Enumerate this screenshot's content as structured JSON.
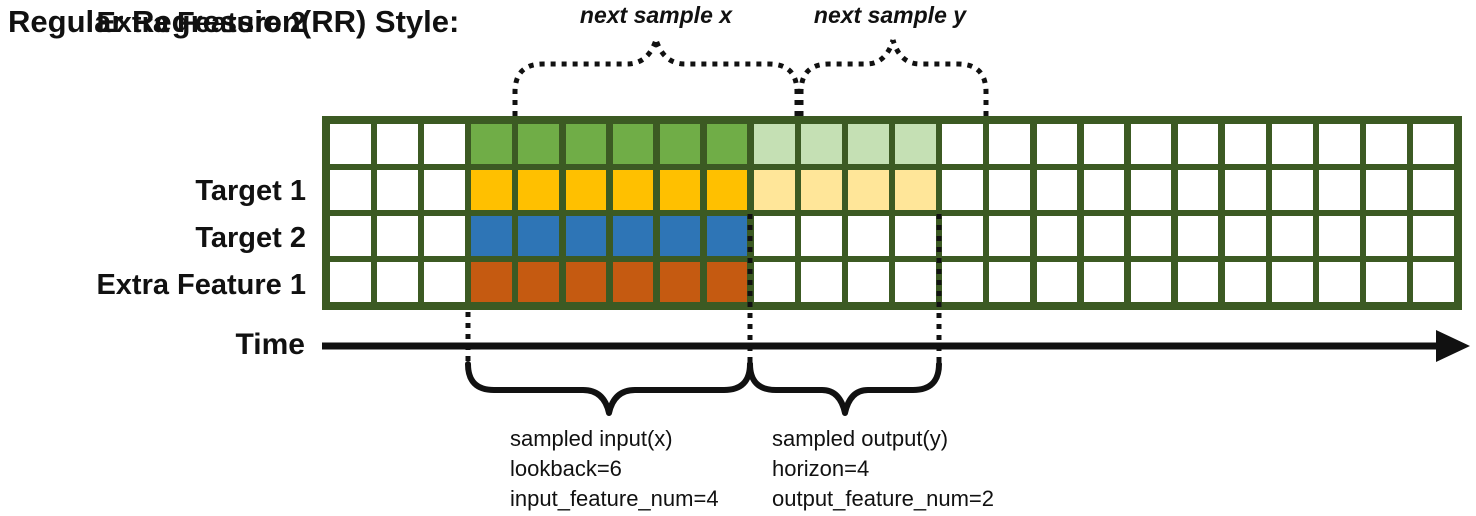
{
  "title": "Regular Regression(RR) Style:",
  "colors": {
    "grid_border_green": "#3c5a23",
    "target1_input": "#70ad47",
    "target1_output": "#c5e0b4",
    "target2_input": "#ffc000",
    "target2_output": "#ffe699",
    "extra1_input": "#2e75b6",
    "extra2_input": "#c55a11",
    "annotation_black": "#111111"
  },
  "grid": {
    "total_timesteps": 24,
    "input_start_col": 4,
    "lookback": 6,
    "horizon": 4,
    "rows": [
      {
        "label": "Target 1",
        "role": "target",
        "input_color": "#70ad47",
        "output_color": "#c5e0b4"
      },
      {
        "label": "Target 2",
        "role": "target",
        "input_color": "#ffc000",
        "output_color": "#ffe699"
      },
      {
        "label": "Extra Feature 1",
        "role": "extra-feature",
        "input_color": "#2e75b6",
        "output_color": null
      },
      {
        "label": "Extra Feature 2",
        "role": "extra-feature",
        "input_color": "#c55a11",
        "output_color": null
      }
    ]
  },
  "annotations": {
    "next_sample_x": "next sample x",
    "next_sample_y": "next sample y",
    "time_label": "Time",
    "input_block": {
      "line1": "sampled input(x)",
      "line2": "lookback=6",
      "line3": "input_feature_num=4"
    },
    "output_block": {
      "line1": "sampled output(y)",
      "line2": "horizon=4",
      "line3": "output_feature_num=2"
    }
  }
}
